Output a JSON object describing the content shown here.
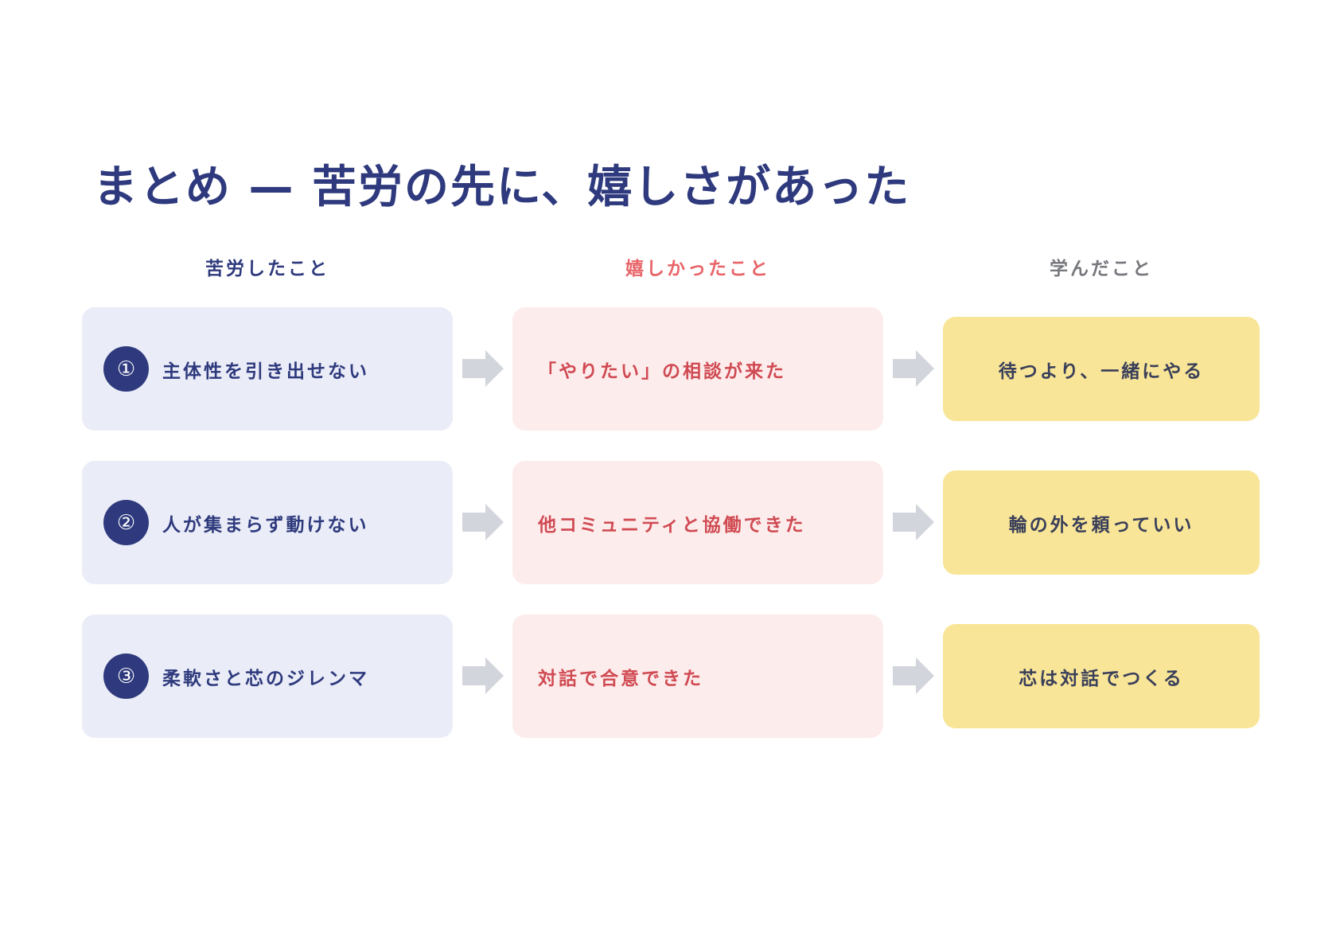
{
  "title": "まとめ — 苦労の先に、嬉しさがあった",
  "columns": {
    "struggle": "苦労したこと",
    "joy": "嬉しかったこと",
    "learned": "学んだこと"
  },
  "rows": [
    {
      "number": "①",
      "struggle": "主体性を引き出せない",
      "joy": "「やりたい」の相談が来た",
      "learned": "待つより、一緒にやる"
    },
    {
      "number": "②",
      "struggle": "人が集まらず動けない",
      "joy": "他コミュニティと協働できた",
      "learned": "輪の外を頼っていい"
    },
    {
      "number": "③",
      "struggle": "柔軟さと芯のジレンマ",
      "joy": "対話で合意できた",
      "learned": "芯は対話でつくる"
    }
  ],
  "colors": {
    "navy": "#2e3a7d",
    "struggle_card_bg": "#eaecf7",
    "joy_text": "#d04a52",
    "joy_header": "#e86468",
    "joy_card_bg": "#fdecec",
    "learned_header": "#76787d",
    "learned_card_bg": "#f8e597",
    "learned_text": "#3a3f5a",
    "arrow": "#d3d5dc"
  },
  "icons": {
    "flow_arrow": "right-arrow-icon"
  }
}
